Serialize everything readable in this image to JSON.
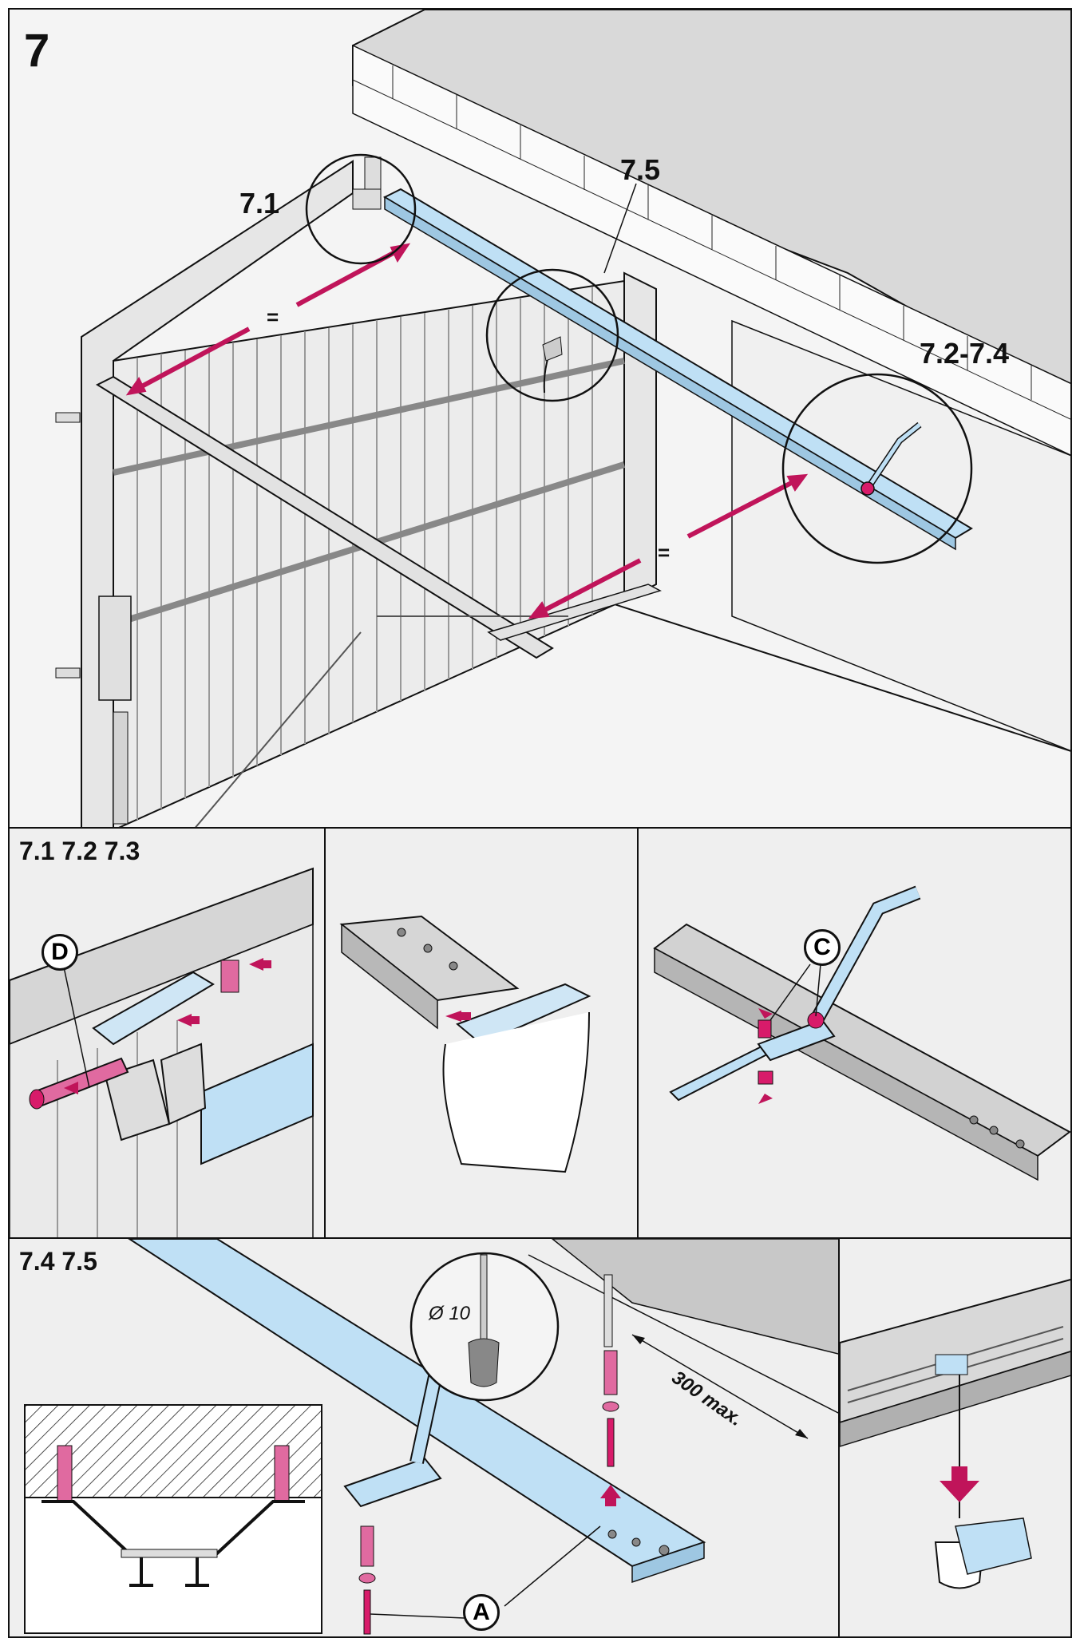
{
  "step_number": "7",
  "main": {
    "callouts": {
      "c71": "7.1",
      "c75": "7.5",
      "c72_74": "7.2-7.4"
    },
    "equal_mark": "="
  },
  "panel_a": {
    "title": "7.1 7.2 7.3",
    "marker_d": "D"
  },
  "panel_c": {
    "marker_c": "C"
  },
  "panel_e": {
    "title": "7.4 7.5",
    "drill": "Ø 10",
    "dimension": "300 max.",
    "marker_a": "A"
  },
  "colors": {
    "rail": "#bfe0f5",
    "arrow": "#c0145a",
    "screw": "#d81b6a",
    "wall": "#d9d9d9",
    "door": "#ededed",
    "line": "#111111"
  }
}
